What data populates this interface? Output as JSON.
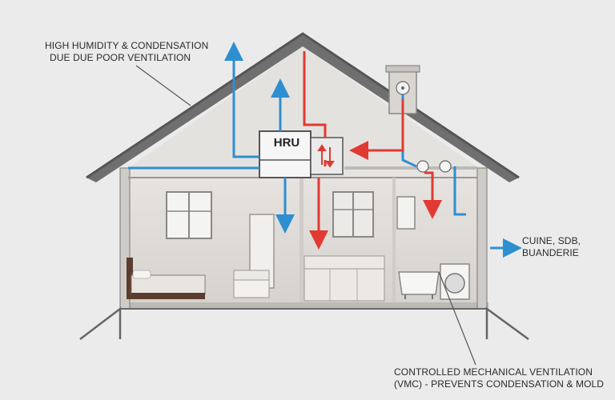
{
  "labels": {
    "humidity_line1": "HIGH HUMIDITY & CONDENSATION",
    "humidity_line2": "DUE DUE POOR VENTILATION",
    "rooms_line1": "CUINE, SDB,",
    "rooms_line2": "BUANDERIE",
    "vmc_line1": "CONTROLLED MECHANICAL VENTILATION",
    "vmc_line2": "(VMC) - PREVENTS CONDENSATION & MOLD",
    "hru": "HRU"
  },
  "colors": {
    "fresh_air": "#2e8fd0",
    "stale_air": "#e03a32",
    "roof": "#6f6f6f",
    "wall": "#dcd9d6",
    "background": "#ebebeb"
  },
  "icons": [
    "fan-icon",
    "window-icon",
    "bed-icon",
    "sofa-icon",
    "bathtub-icon",
    "washing-machine-icon",
    "arrow-icon"
  ]
}
